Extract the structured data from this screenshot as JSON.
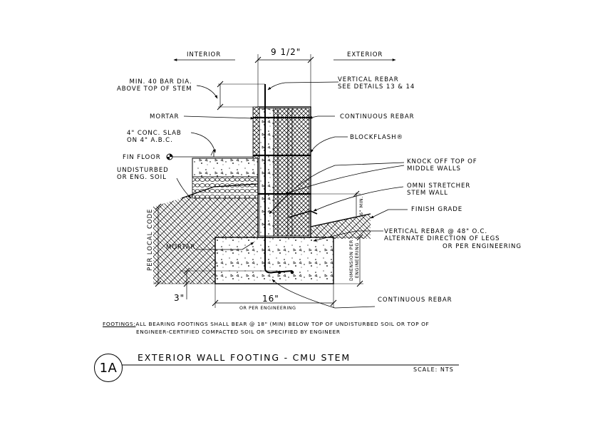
{
  "detail": {
    "id": "1A",
    "title": "EXTERIOR WALL FOOTING - CMU STEM",
    "scale": "SCALE: NTS"
  },
  "labels": {
    "interior": "INTERIOR",
    "exterior": "EXTERIOR",
    "wall_width": "9 1/2\"",
    "min_bar": [
      "MIN. 40 BAR DIA.",
      "ABOVE TOP OF STEM"
    ],
    "vertical_rebar_top": [
      "VERTICAL REBAR",
      "SEE DETAILS 13 & 14"
    ],
    "mortar_top": "MORTAR",
    "continuous_rebar_top": "CONTINUOUS REBAR",
    "conc_slab": [
      "4\" CONC. SLAB",
      "ON 4\" A.B.C."
    ],
    "blockflash": "BLOCKFLASH®",
    "fin_floor": "FIN FLOOR",
    "knock_off": [
      "KNOCK OFF TOP OF",
      "MIDDLE WALLS"
    ],
    "undisturbed": [
      "UNDISTURBED",
      "OR ENG. SOIL"
    ],
    "omni": [
      "OMNI STRETCHER",
      "STEM WALL"
    ],
    "six_min": "6\" MIN.",
    "finish_grade": "FINISH GRADE",
    "per_local_code": "PER LOCAL CODE",
    "vertical_rebar_48": [
      "VERTICAL REBAR @ 48\" O.C.",
      "ALTERNATE DIRECTION OF LEGS",
      "OR PER ENGINEERING"
    ],
    "mortar_bottom": "MORTAR",
    "dimension_per_engineering": [
      "DIMENSION PER",
      "ENGINEERING"
    ],
    "three_in": "3\"",
    "footing_width": "16\"",
    "or_per_engineering": "OR PER ENGINEERING",
    "continuous_rebar_bottom": "CONTINUOUS REBAR"
  },
  "note": {
    "prefix": "FOOTINGS:",
    "line1": "ALL BEARING FOOTINGS SHALL BEAR @ 18\" (MIN) BELOW TOP OF UNDISTURBED SOIL OR TOP OF",
    "line2": "ENGINEER-CERTIFIED COMPACTED SOIL OR SPECIFIED BY ENGINEER"
  }
}
